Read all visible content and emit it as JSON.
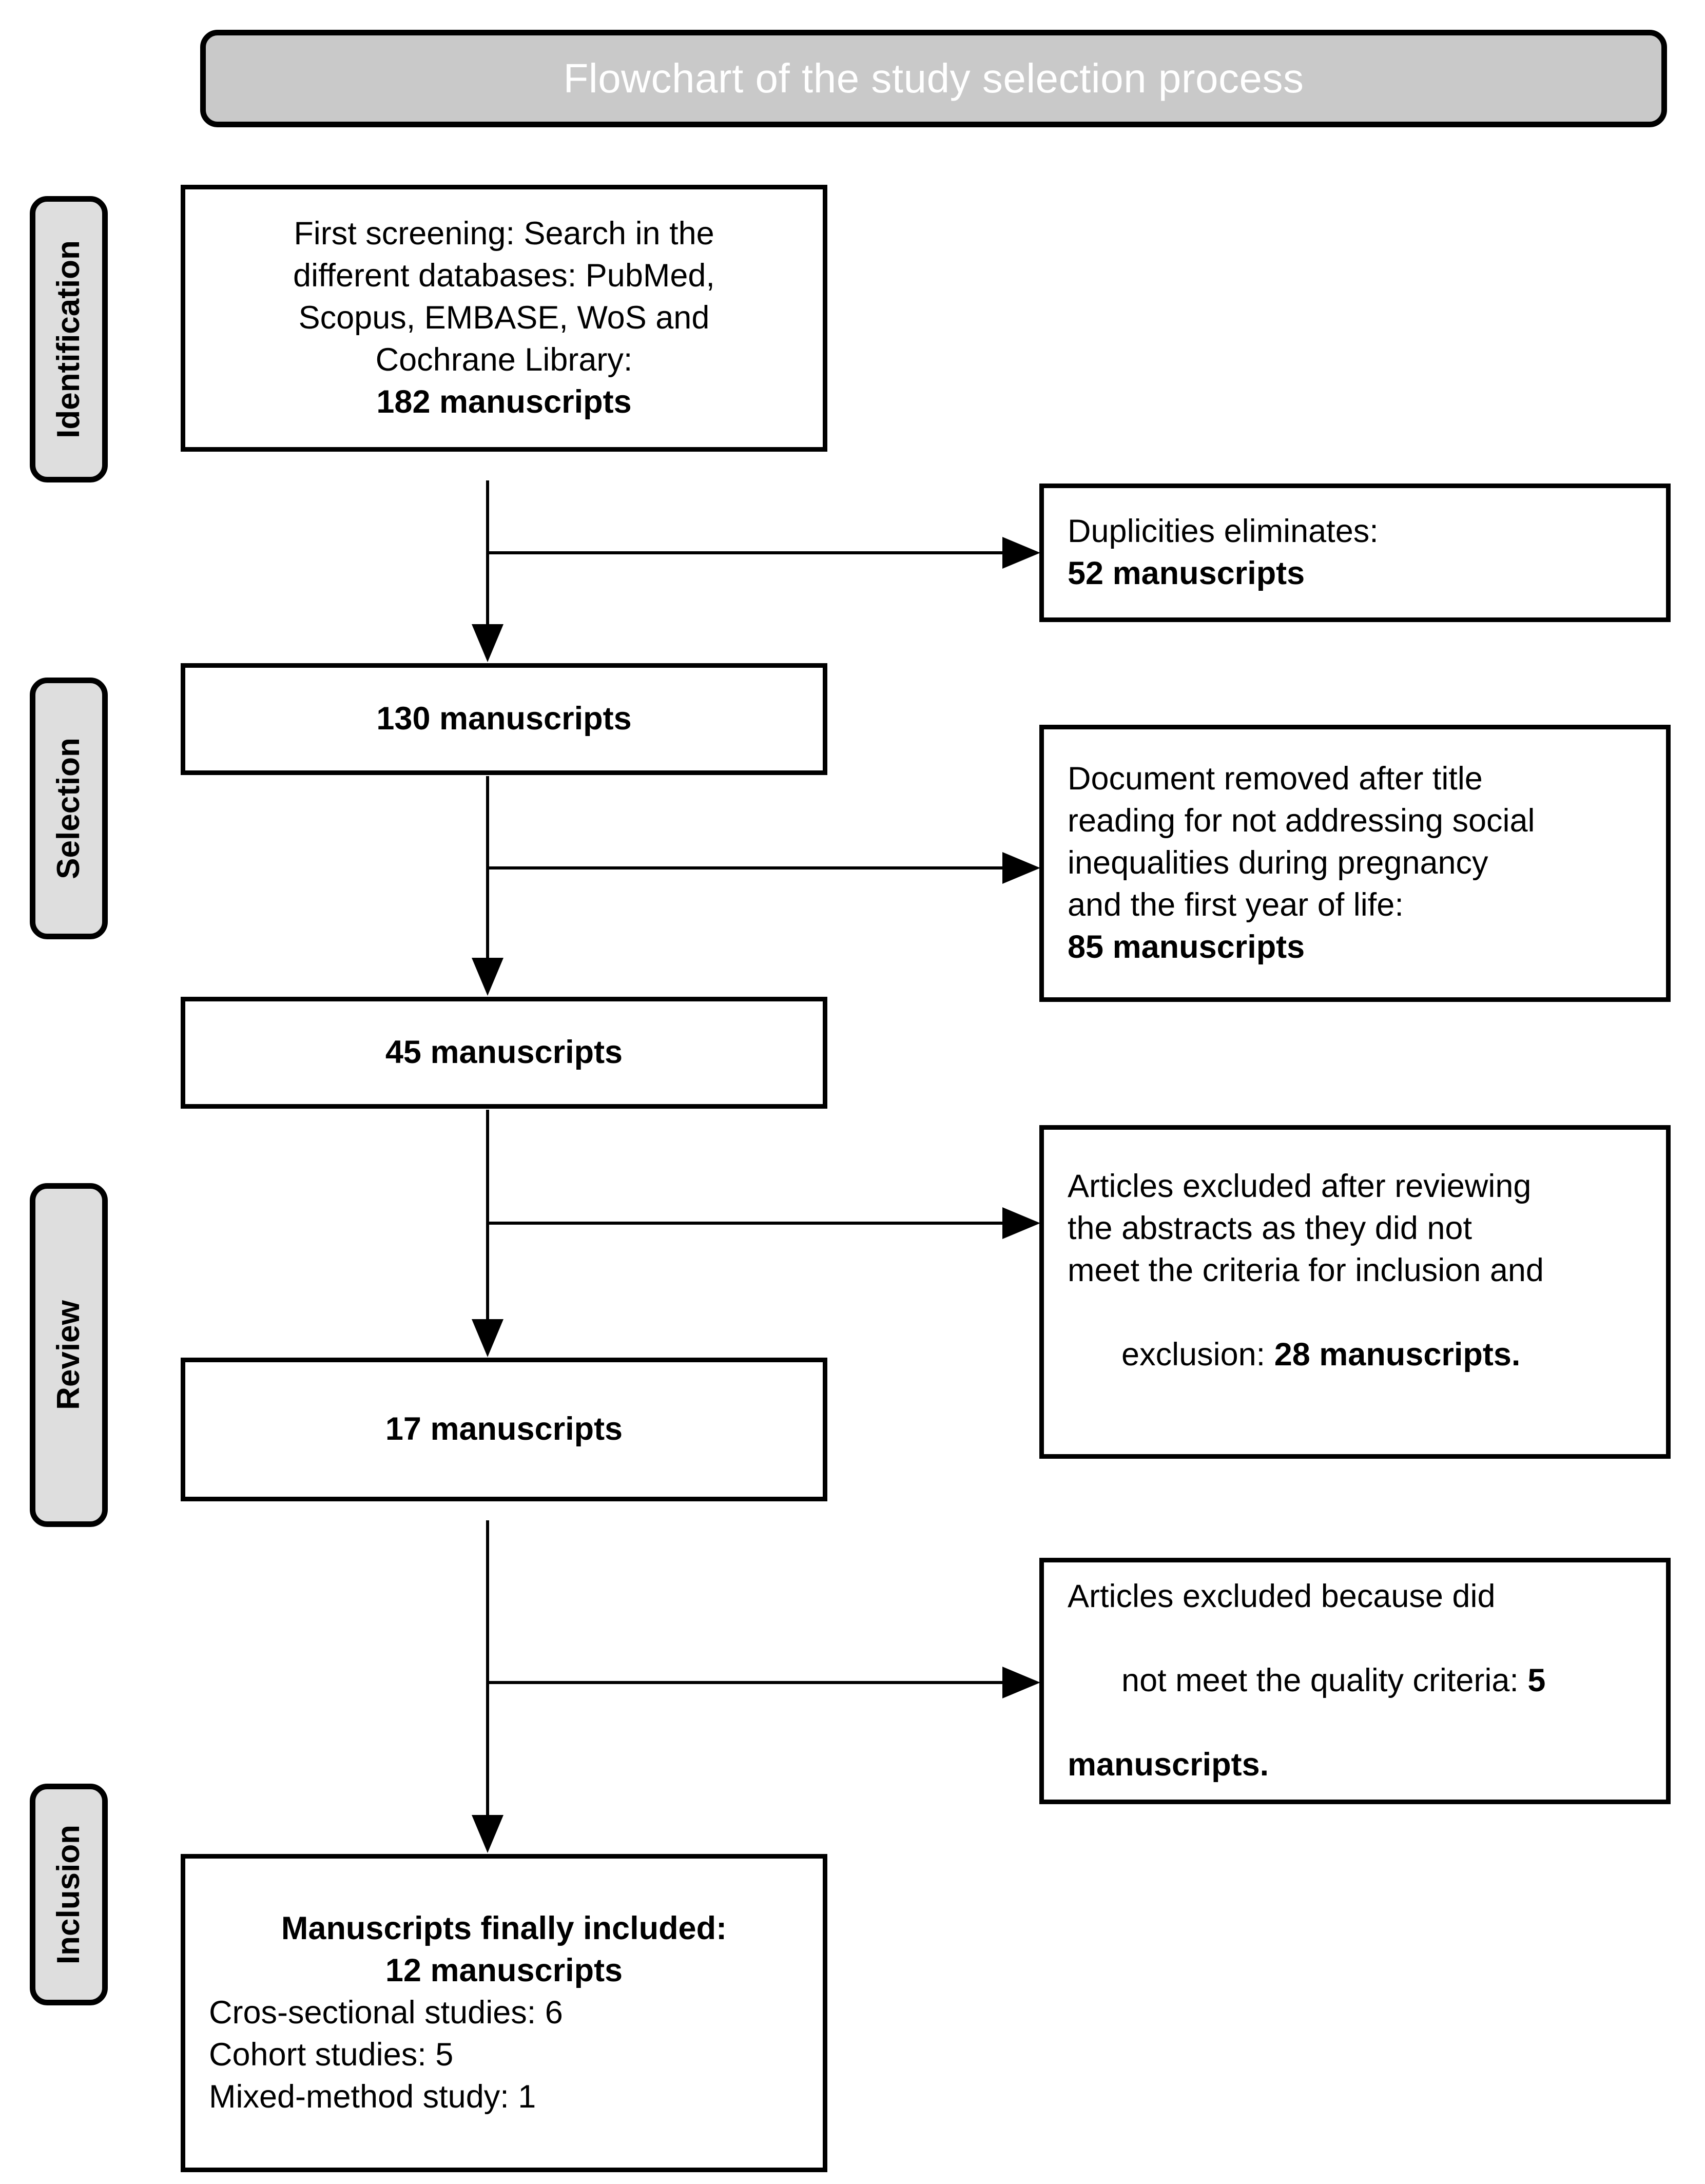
{
  "banner": {
    "title": "Flowchart of the study selection process",
    "background_color": "#c9c9c9",
    "text_color": "#ffffff"
  },
  "stages": [
    {
      "label": "Identification"
    },
    {
      "label": "Selection"
    },
    {
      "label": "Review"
    },
    {
      "label": "Inclusion"
    }
  ],
  "flow": {
    "identification_box": {
      "line1": "First screening: Search in the",
      "line2": "different databases: PubMed,",
      "line3": "Scopus, EMBASE, WoS and",
      "line4": "Cochrane Library:",
      "count": "182 manuscripts"
    },
    "duplicates_box": {
      "line1": "Duplicities eliminates:",
      "count": "52 manuscripts"
    },
    "after_duplicates_box": {
      "count": "130 manuscripts"
    },
    "title_excluded_box": {
      "line1": "Document removed after title",
      "line2": "reading for not addressing social",
      "line3": "inequalities during pregnancy",
      "line4": "and the first year of life:",
      "count": "85 manuscripts"
    },
    "after_title_box": {
      "count": "45 manuscripts"
    },
    "abstract_excluded_box": {
      "line1": "Articles excluded after reviewing",
      "line2": "the abstracts as they did not",
      "line3": "meet the criteria for inclusion and",
      "line4_prefix": "exclusion: ",
      "line4_count": "28 manuscripts."
    },
    "after_abstract_box": {
      "count": "17 manuscripts"
    },
    "quality_excluded_box": {
      "line1": "Articles excluded because did",
      "line2_prefix": "not meet the quality criteria: ",
      "line2_count": "5",
      "line3_count": "manuscripts."
    },
    "included_box": {
      "line1": "Manuscripts finally included:",
      "line2": "12 manuscripts",
      "line3": "Cros-sectional studies: 6",
      "line4": "Cohort studies: 5",
      "line5": "Mixed-method study: 1"
    }
  }
}
